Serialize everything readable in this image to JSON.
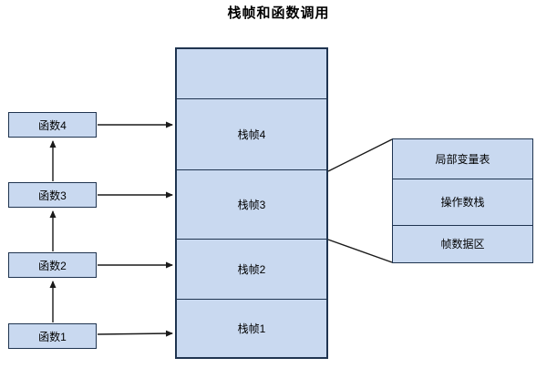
{
  "title": "栈帧和函数调用",
  "colors": {
    "box_fill": "#c9d9f0",
    "box_border": "#1f3450",
    "connector": "#1a1a1a"
  },
  "left_column": {
    "items": [
      {
        "label": "函数4"
      },
      {
        "label": "函数3"
      },
      {
        "label": "函数2"
      },
      {
        "label": "函数1"
      }
    ]
  },
  "stack": {
    "cells": [
      {
        "label": ""
      },
      {
        "label": "栈帧4"
      },
      {
        "label": "栈帧3"
      },
      {
        "label": "栈帧2"
      },
      {
        "label": "栈帧1"
      }
    ]
  },
  "detail_table": {
    "rows": [
      {
        "label": "局部变量表"
      },
      {
        "label": "操作数栈"
      },
      {
        "label": "帧数据区"
      }
    ]
  }
}
